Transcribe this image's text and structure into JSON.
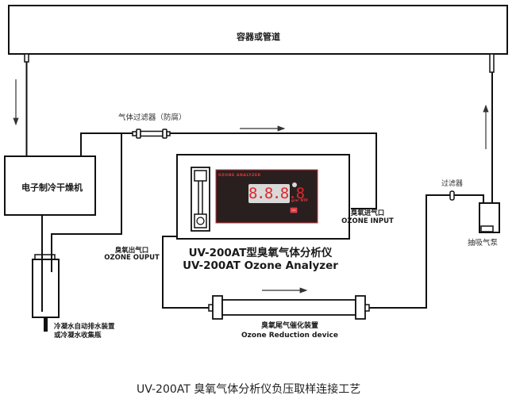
{
  "container": {
    "label": "容器或管道"
  },
  "dryer": {
    "label": "电子制冷干燥机"
  },
  "gas_filter": {
    "label": "气体过滤器（防腐）"
  },
  "analyzer": {
    "panel_title": "OZONE ANALYZER",
    "display_value": "8.8.8.8",
    "unit": "g/m³ NTP",
    "name_cn": "UV-200AT型臭氧气体分析仪",
    "name_en": "UV-200AT Ozone Analyzer"
  },
  "ozone_input": {
    "label_cn": "臭氧进气口",
    "label_en": "OZONE INPUT"
  },
  "ozone_output": {
    "label_cn": "臭氧出气口",
    "label_en": "OZONE OUPUT"
  },
  "condensate": {
    "line1": "冷凝水自动排水装置",
    "line2": "或冷凝水收集瓶"
  },
  "reduction": {
    "label_cn": "臭氧尾气催化装置",
    "label_en": "Ozone Reduction device"
  },
  "filter": {
    "label": "过滤器"
  },
  "pump": {
    "label": "抽吸气泵"
  },
  "caption": "UV-200AT 臭氧气体分析仪负压取样连接工艺",
  "colors": {
    "line": "#111111",
    "panel": "#2a1f1f",
    "panel_border": "#c9333a",
    "digit": "#e0262b",
    "button": "#e23a3a"
  }
}
